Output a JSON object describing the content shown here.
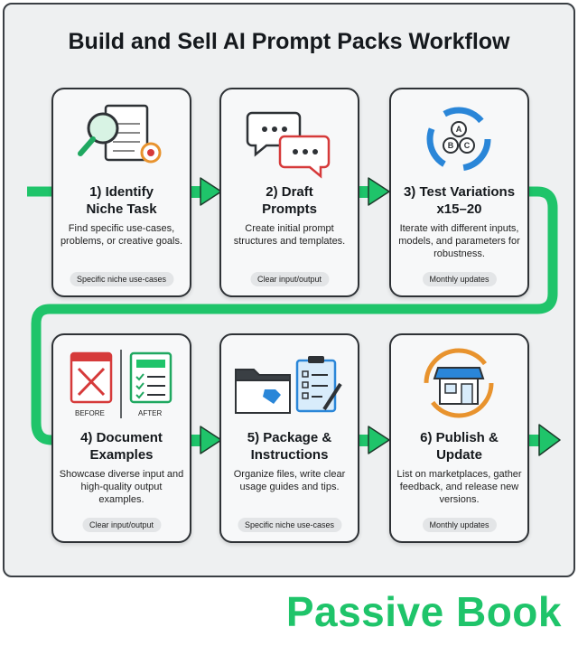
{
  "title": "Build and Sell AI Prompt Packs Workflow",
  "steps": [
    {
      "title": "1) Identify Niche Task",
      "desc": "Find specific use-cases, problems, or creative goals.",
      "tag": "Specific niche use-cases",
      "icon": "magnifier-document-target-icon"
    },
    {
      "title": "2) Draft Prompts",
      "desc": "Create initial prompt structures and templates.",
      "tag": "Clear input/output",
      "icon": "chat-bubbles-icon"
    },
    {
      "title": "3) Test Variations x15–20",
      "desc": "Iterate with different inputs, models, and parameters for robustness.",
      "tag": "Monthly updates",
      "icon": "cycle-abc-icon"
    },
    {
      "title": "4) Document Examples",
      "desc": "Showcase diverse input and high-quality output examples.",
      "tag": "Clear input/output",
      "icon": "before-after-documents-icon",
      "labels": [
        "BEFORE",
        "AFTER"
      ]
    },
    {
      "title": "5) Package & Instructions",
      "desc": "Organize files, write clear usage guides and tips.",
      "tag": "Specific niche use-cases",
      "icon": "folder-clipboard-icon"
    },
    {
      "title": "6) Publish & Update",
      "desc": "List on marketplaces, gather feedback, and release new versions.",
      "tag": "Monthly updates",
      "icon": "store-refresh-icon"
    }
  ],
  "brand": "Passive Book",
  "colors": {
    "accent": "#1fc46a",
    "outline": "#2e3236",
    "background": "#eef0f1"
  }
}
